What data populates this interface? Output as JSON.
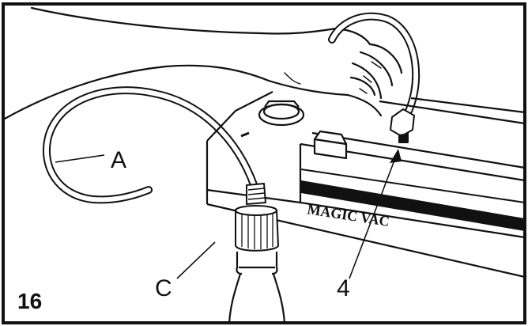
{
  "figure": {
    "number": "16",
    "brand_text": "MAGIC VAC",
    "labels": {
      "hose": "A",
      "bottle_stopper": "C",
      "port": "4"
    },
    "colors": {
      "ink": "#111111",
      "paper": "#ffffff"
    }
  }
}
